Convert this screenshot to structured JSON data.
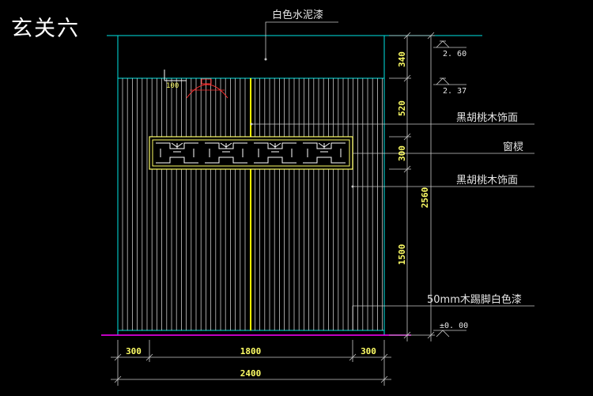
{
  "title": "玄关六",
  "labels": {
    "top_paint": "白色水泥漆",
    "walnut_1": "黑胡桃木饰面",
    "window_lattice": "窗棂",
    "walnut_2": "黑胡桃木饰面",
    "skirting": "50mm木踢脚白色漆"
  },
  "levels": {
    "top": "2. 60",
    "second": "2. 37",
    "floor": "±0. 00"
  },
  "dims_right": {
    "d1": "340",
    "d2": "520",
    "d3": "300",
    "d4": "1500",
    "total": "2560"
  },
  "dims_bottom": {
    "left": "300",
    "middle": "1800",
    "right": "300",
    "total": "2400"
  },
  "marker": "100",
  "colors": {
    "cyan": "#00e5e5",
    "white": "#ffffff",
    "yellow": "#ffff00",
    "red": "#ff3030",
    "magenta": "#ff00ff",
    "grey": "#c8c8c8"
  }
}
